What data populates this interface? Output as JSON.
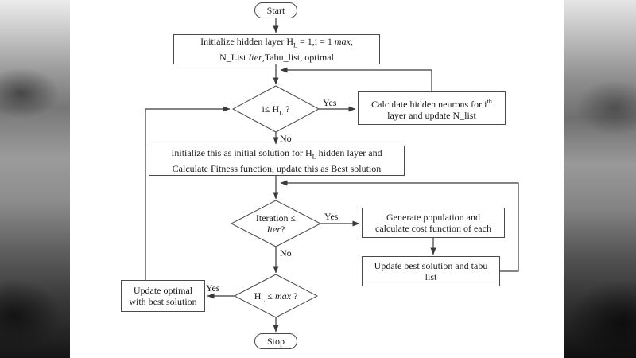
{
  "flowchart": {
    "nodes": {
      "start": {
        "label": "Start"
      },
      "init": {
        "line1": "Initialize hidden layer H~L~ = 1,i = 1 *max*,",
        "line2": "N_List *Iter*,Tabu_list, optimal"
      },
      "check_layer": {
        "label": "i≤ H~L~ ?"
      },
      "calc_neurons": {
        "line1": "Calculate hidden neurons for i^th^",
        "line2": "layer and update N_list"
      },
      "init_solution": {
        "line1": "Initialize this as initial solution for H~L~ hidden layer and",
        "line2": "Calculate Fitness function, update this as Best solution"
      },
      "check_iteration": {
        "line1": "Iteration ≤",
        "line2": "*Iter*?"
      },
      "generate_population": {
        "line1": "Generate population and",
        "line2": "calculate cost function of each"
      },
      "update_best": {
        "line1": "Update best solution and tabu",
        "line2": "list"
      },
      "check_max": {
        "label": "H~L~ ≤ *max* ?"
      },
      "update_optimal": {
        "line1": "Update optimal",
        "line2": "with best solution"
      },
      "stop": {
        "label": "Stop"
      }
    },
    "edge_labels": {
      "check_layer_yes": "Yes",
      "check_layer_no": "No",
      "check_iteration_yes": "Yes",
      "check_iteration_no": "No",
      "check_max_yes": "Yes"
    },
    "colors": {
      "line": "#3a3a3a",
      "border": "#4a4a4a",
      "text": "#1a1a1a",
      "background": "#ffffff"
    }
  }
}
